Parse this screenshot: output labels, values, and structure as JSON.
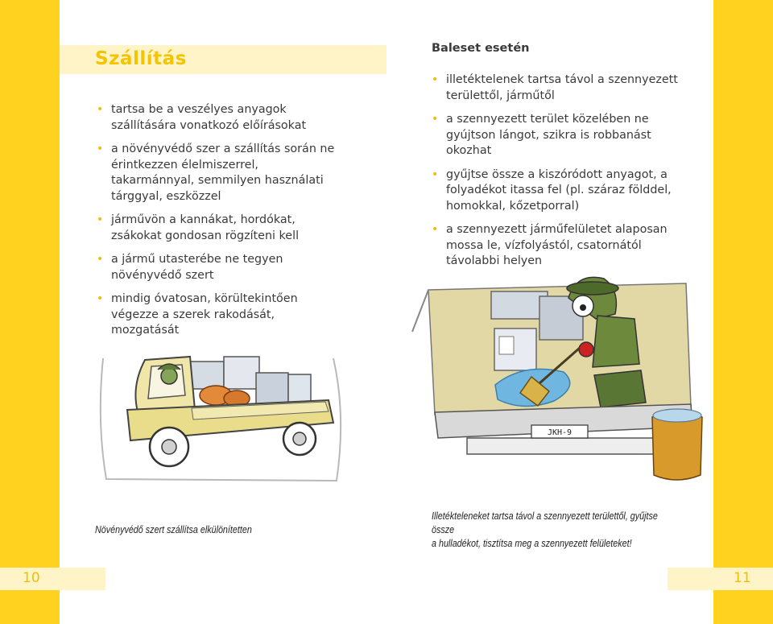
{
  "left_page": {
    "title": "Szállítás",
    "items": [
      "tartsa be a veszélyes anyagok szállítására vonatkozó előírásokat",
      "a növényvédő szer a szállítás során ne érintkezzen élelmiszerrel, takarmánnyal, semmilyen használati tárggyal, eszközzel",
      "járművön a kannákat, hordókat, zsákokat gondosan rögzíteni kell",
      "a jármű utasterébe ne tegyen növényvédő szert",
      "mindig óvatosan, körültekintően végezze a szerek rakodását, mozgatását"
    ],
    "caption": "Növényvédő szert szállítsa elkülönítetten",
    "page_number": "10"
  },
  "right_page": {
    "heading": "Baleset esetén",
    "items": [
      "illetéktelenek tartsa távol a szennyezett területtől, járműtől",
      "a szennyezett terület közelében ne gyújtson lángot, szikra is robbanást okozhat",
      "gyűjtse össze a kiszóródott anyagot, a folyadékot itassa fel (pl. száraz földdel, homokkal, kőzetporral)",
      "a szennyezett járműfelületet alaposan mossa le, vízfolyástól, csatornától távolabbi helyen"
    ],
    "caption_line1": "Illetékteleneket tartsa távol a szennyezett területtől, gyűjtse össze",
    "caption_line2": "a hulladékot, tisztítsa meg a szennyezett felületeket!",
    "plate_text": "JKH-9",
    "page_number": "11"
  },
  "colors": {
    "accent_yellow": "#ffd21f",
    "pale_yellow": "#fff4c8",
    "title_yellow": "#f5c400",
    "text": "#3a3a3a"
  },
  "icons": {
    "bullet": "•"
  }
}
